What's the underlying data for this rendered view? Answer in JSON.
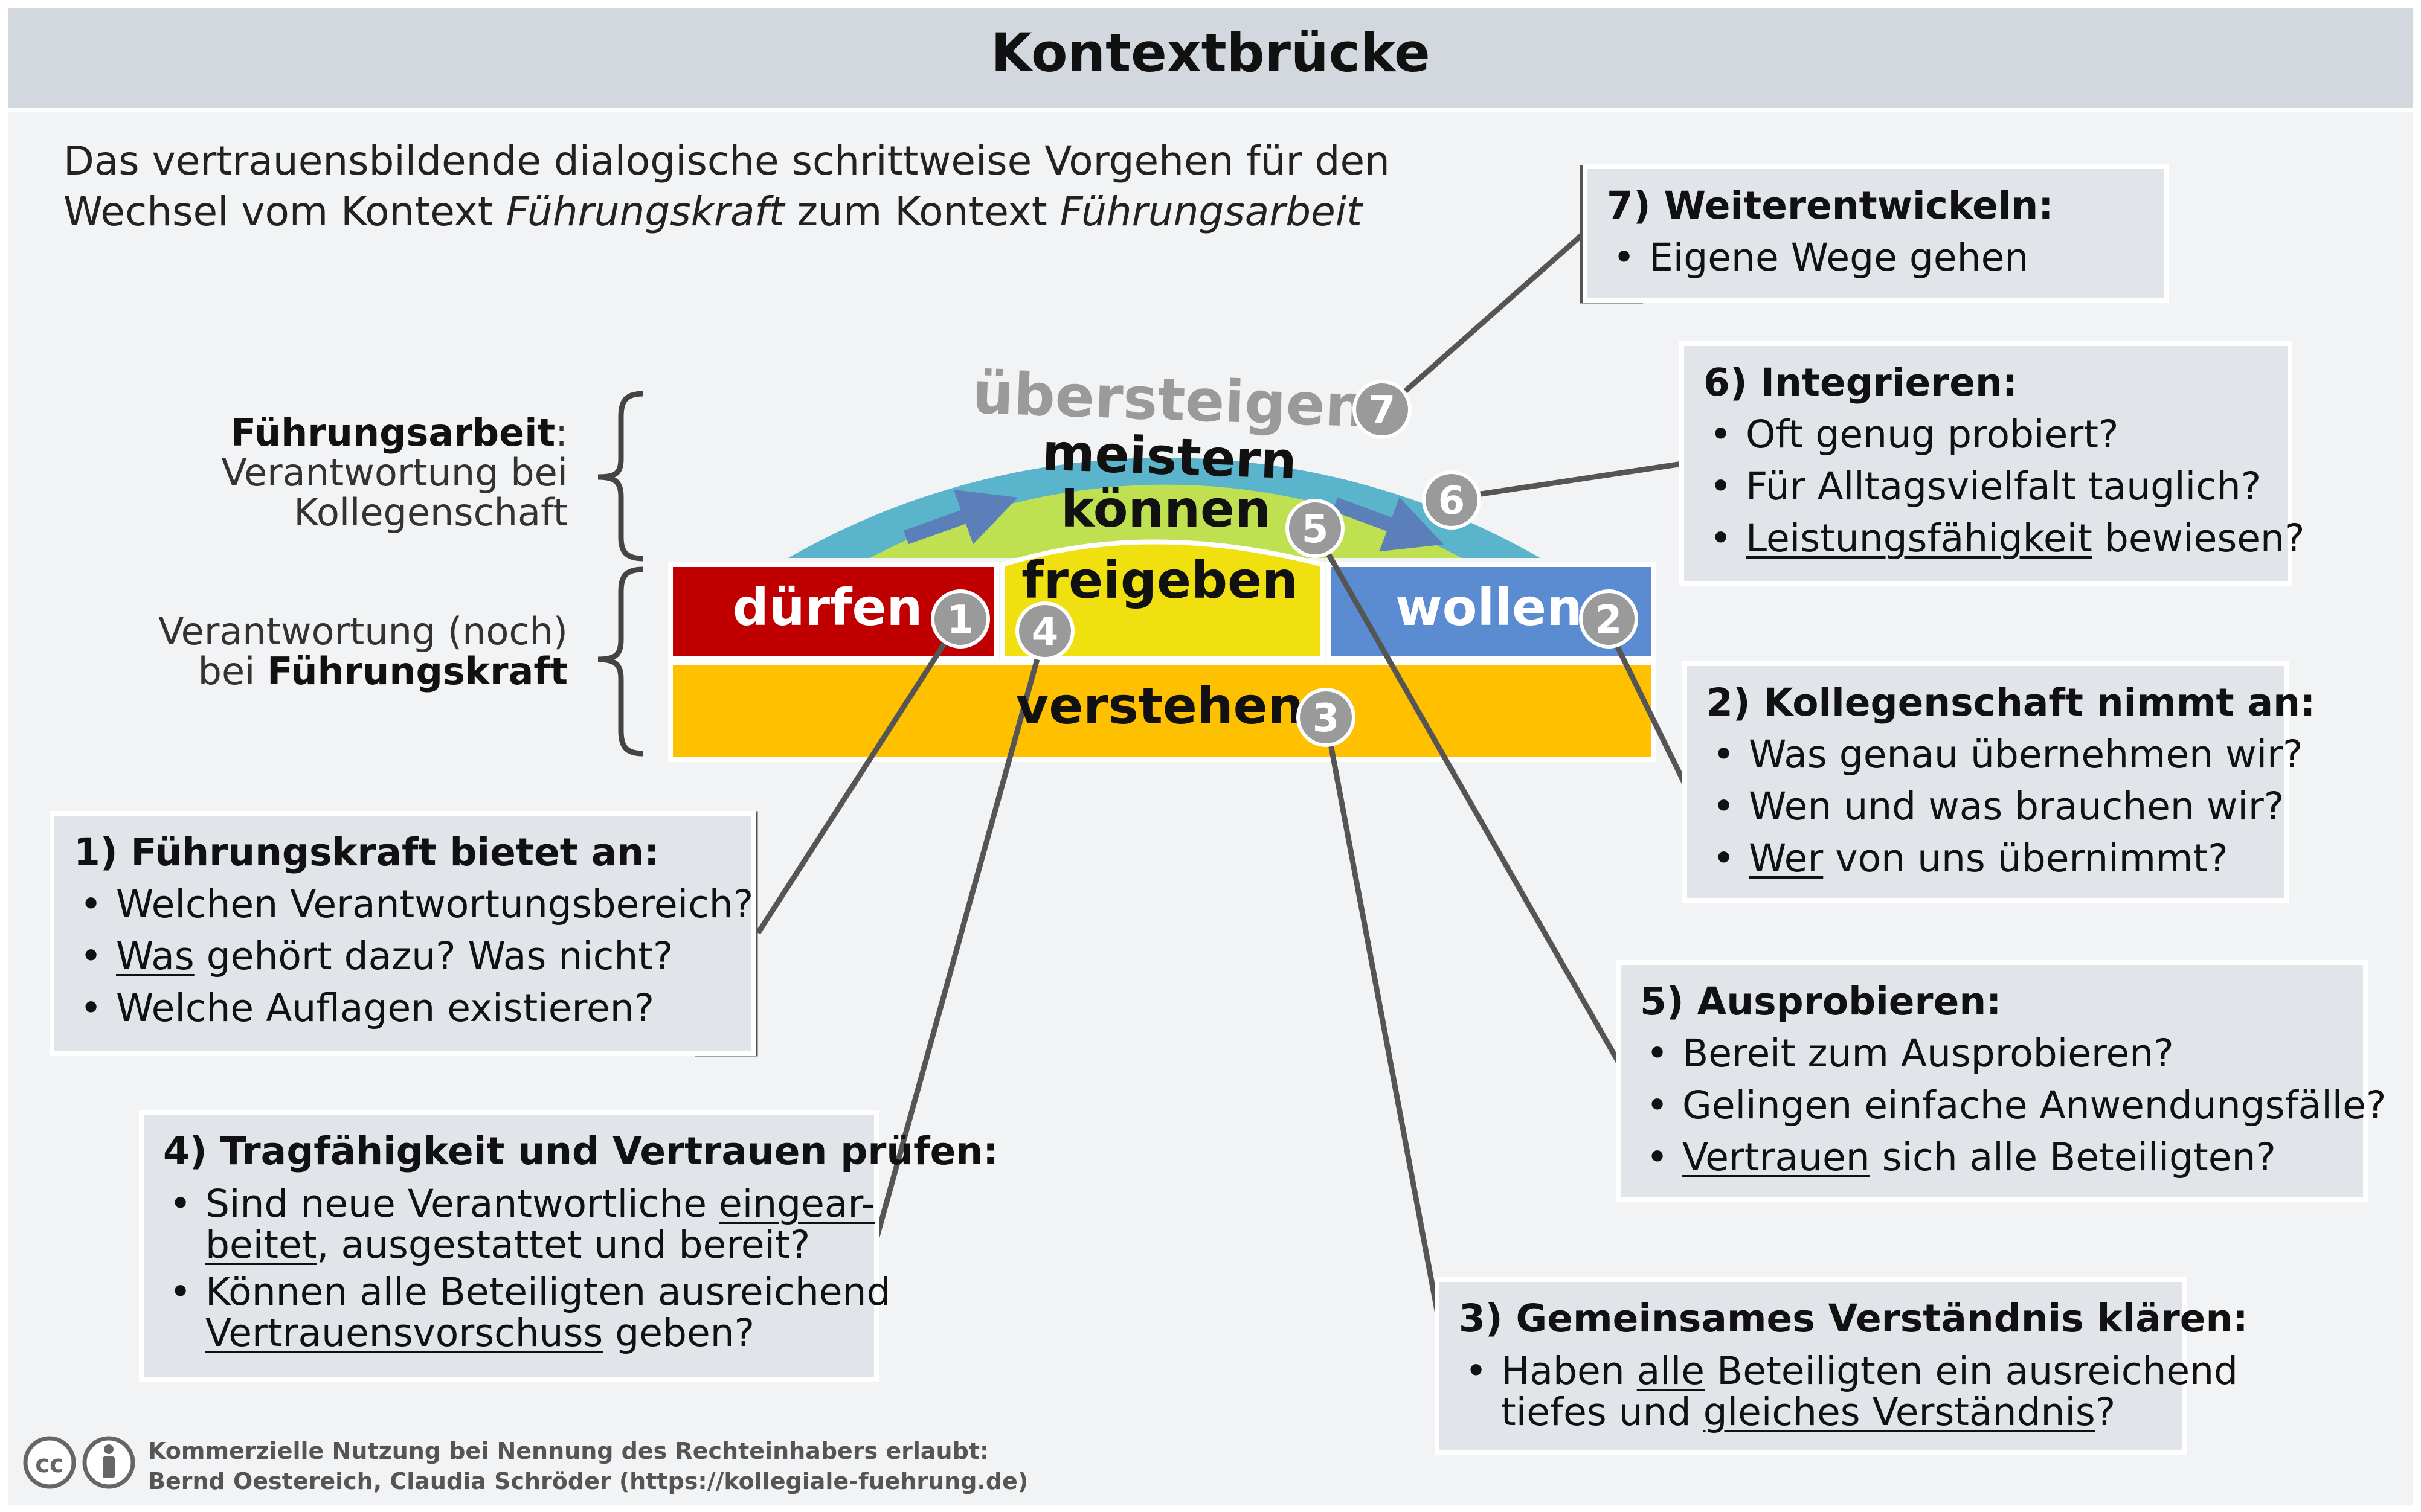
{
  "title": "Kontextbrücke",
  "subtitle": {
    "line1": "Das vertrauensbildende dialogische schrittweise Vorgehen für den",
    "line2_a": "Wechsel vom Kontext ",
    "line2_b": "Führungskraft",
    "line2_c": " zum Kontext ",
    "line2_d": "Führungsarbeit"
  },
  "side_upper": {
    "bold": "Führungsarbeit",
    "colon": ":",
    "line2": "Verantwortung bei",
    "line3": "Kollegenschaft"
  },
  "side_lower": {
    "line1": "Verantwortung (noch)",
    "line2_a": "bei ",
    "line2_b": "Führungskraft"
  },
  "bridge": {
    "uebersteigen": "übersteigen",
    "meistern": "meistern",
    "koennen": "können",
    "freigeben": "freigeben",
    "duerfen": "dürfen",
    "wollen": "wollen",
    "verstehen": "verstehen"
  },
  "colors": {
    "duerfen": "#c00000",
    "freigeben": "#f0e010",
    "wollen": "#5b8bd0",
    "verstehen": "#ffc000",
    "koennen": "#bfe050",
    "meistern": "#5ab4cc",
    "badge": "#9a9a9a",
    "line": "#555555"
  },
  "badges": [
    "1",
    "2",
    "3",
    "4",
    "5",
    "6",
    "7"
  ],
  "box1": {
    "heading": "1) Führungskraft bietet an:",
    "i1": "Welchen Verantwortungsbereich?",
    "i2_u": "Was",
    "i2_rest": " gehört dazu? Was nicht?",
    "i3": "Welche Auflagen existieren?"
  },
  "box2": {
    "heading": "2) Kollegenschaft nimmt an:",
    "i1": "Was genau übernehmen wir?",
    "i2": "Wen und was brauchen wir?",
    "i3_u": "Wer",
    "i3_rest": " von uns übernimmt?"
  },
  "box3": {
    "heading": "3) Gemeinsames Verständnis klären:",
    "l1_a": "Haben ",
    "l1_u": "alle",
    "l1_b": " Beteiligten ein ausreichend",
    "l2_a": "tiefes und ",
    "l2_u": "gleiches Verständnis",
    "l2_b": "?"
  },
  "box4": {
    "heading": "4) Tragfähigkeit und Vertrauen prüfen:",
    "i1_a": "Sind neue Verantwortliche ",
    "i1_u1": "eingear-",
    "i1_u2": "beitet",
    "i1_b": ", ausgestattet und bereit?",
    "i2_a": "Können alle Beteiligten ausreichend",
    "i2_u": "Vertrauensvorschuss",
    "i2_b": " geben?"
  },
  "box5": {
    "heading": "5) Ausprobieren:",
    "i1": "Bereit zum Ausprobieren?",
    "i2": "Gelingen einfache Anwendungsfälle?",
    "i3_u": "Vertrauen",
    "i3_rest": " sich alle Beteiligten?"
  },
  "box6": {
    "heading": "6) Integrieren:",
    "i1": "Oft genug probiert?",
    "i2": "Für Alltagsvielfalt tauglich?",
    "i3_u": "Leistungsfähigkeit",
    "i3_rest": " bewiesen?"
  },
  "box7": {
    "heading": "7) Weiterentwickeln:",
    "i1": "Eigene Wege gehen"
  },
  "license": {
    "cc": "cc",
    "line1": "Kommerzielle Nutzung bei Nennung des Rechteinhabers erlaubt:",
    "line2": "Bernd Oestereich, Claudia Schröder (https://kollegiale-fuehrung.de)"
  }
}
